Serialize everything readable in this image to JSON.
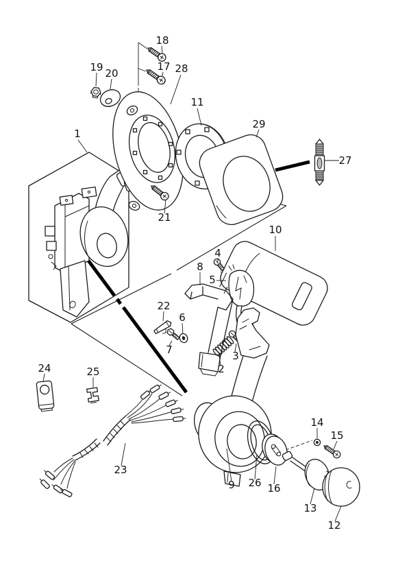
{
  "figure": {
    "parts": [
      {
        "num": "1"
      },
      {
        "num": "2"
      },
      {
        "num": "3"
      },
      {
        "num": "4"
      },
      {
        "num": "5"
      },
      {
        "num": "6"
      },
      {
        "num": "7"
      },
      {
        "num": "8"
      },
      {
        "num": "9"
      },
      {
        "num": "10"
      },
      {
        "num": "11"
      },
      {
        "num": "12"
      },
      {
        "num": "13"
      },
      {
        "num": "14"
      },
      {
        "num": "15"
      },
      {
        "num": "16"
      },
      {
        "num": "17"
      },
      {
        "num": "18"
      },
      {
        "num": "19"
      },
      {
        "num": "20"
      },
      {
        "num": "21"
      },
      {
        "num": "22"
      },
      {
        "num": "23"
      },
      {
        "num": "24"
      },
      {
        "num": "25"
      },
      {
        "num": "26"
      },
      {
        "num": "27"
      },
      {
        "num": "28"
      },
      {
        "num": "29"
      }
    ],
    "colors": {
      "line": "#1a1a1a",
      "label": "#111111",
      "arrow": "#000000",
      "background": "#ffffff",
      "shade": "#bdbdbd"
    }
  }
}
